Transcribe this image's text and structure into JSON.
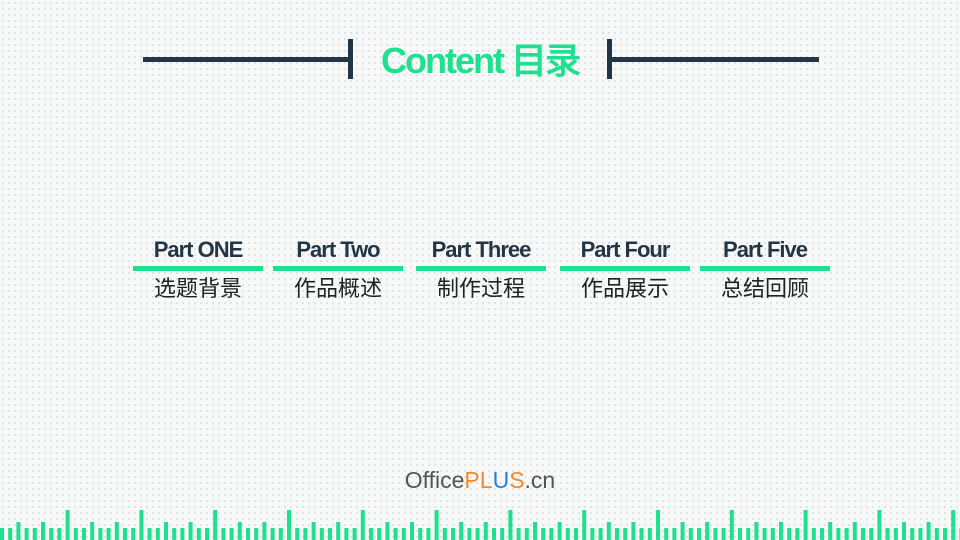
{
  "header": {
    "title": "Content 目录",
    "accent_color": "#1ee08f",
    "line_color": "#233645"
  },
  "parts": [
    {
      "heading": "Part ONE",
      "subtitle": "选题背景"
    },
    {
      "heading": "Part Two",
      "subtitle": "作品概述"
    },
    {
      "heading": "Part Three",
      "subtitle": "制作过程"
    },
    {
      "heading": "Part Four",
      "subtitle": "作品展示"
    },
    {
      "heading": "Part Five",
      "subtitle": "总结回顾"
    }
  ],
  "brand": {
    "prefix": "Office",
    "p": "P",
    "l": "L",
    "u": "U",
    "s": "S",
    "suffix": ".cn",
    "colors": {
      "orange": "#f08a2c",
      "blue": "#2a7fd4",
      "grey": "#555555"
    }
  },
  "decoration": {
    "footer_bars_icon": "equalizer-bars-icon",
    "color": "#1ee08f"
  }
}
